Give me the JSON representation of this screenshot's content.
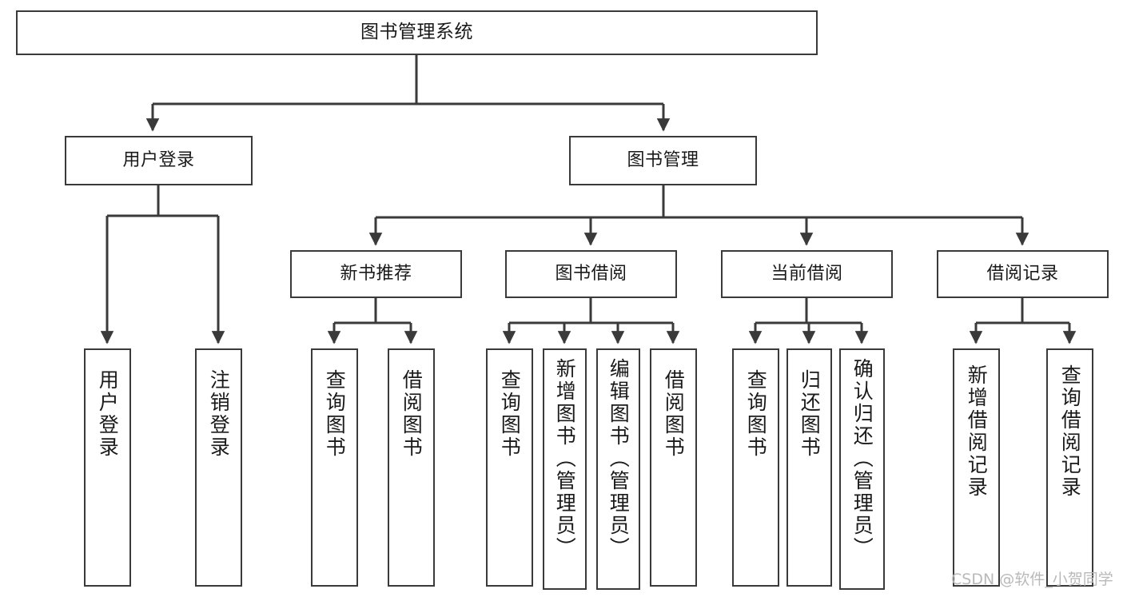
{
  "diagram": {
    "title": "图书管理系统",
    "type": "hierarchy-tree",
    "orientation": "top-down",
    "colors": {
      "box_border": "#3a3a3a",
      "box_fill": "#ffffff",
      "edge": "#3a3a3a",
      "text": "#1a1a1a",
      "watermark": "#b9b9b9",
      "background": "#ffffff"
    },
    "nodes": {
      "root": {
        "label": "图书管理系统",
        "level": 1
      },
      "l2": [
        {
          "id": "user_login",
          "label": "用户登录",
          "level": 2
        },
        {
          "id": "book_manage",
          "label": "图书管理",
          "level": 2
        }
      ],
      "l3": [
        {
          "id": "new_book_rec",
          "label": "新书推荐",
          "level": 3,
          "parent": "book_manage"
        },
        {
          "id": "book_borrow",
          "label": "图书借阅",
          "level": 3,
          "parent": "book_manage"
        },
        {
          "id": "current_borrow",
          "label": "当前借阅",
          "level": 3,
          "parent": "book_manage"
        },
        {
          "id": "borrow_record",
          "label": "借阅记录",
          "level": 3,
          "parent": "book_manage"
        }
      ],
      "leaves": [
        {
          "id": "leaf_user_login",
          "label": "用户登录",
          "parent": "user_login"
        },
        {
          "id": "leaf_logout",
          "label": "注销登录",
          "parent": "user_login"
        },
        {
          "id": "leaf_query_book_1",
          "label": "查询图书",
          "parent": "new_book_rec"
        },
        {
          "id": "leaf_borrow_book_1",
          "label": "借阅图书",
          "parent": "new_book_rec"
        },
        {
          "id": "leaf_query_book_2",
          "label": "查询图书",
          "parent": "book_borrow"
        },
        {
          "id": "leaf_add_book",
          "label": "新增图书（管理员）",
          "parent": "book_borrow"
        },
        {
          "id": "leaf_edit_book",
          "label": "编辑图书（管理员）",
          "parent": "book_borrow"
        },
        {
          "id": "leaf_borrow_book_2",
          "label": "借阅图书",
          "parent": "book_borrow"
        },
        {
          "id": "leaf_query_book_3",
          "label": "查询图书",
          "parent": "current_borrow"
        },
        {
          "id": "leaf_return_book",
          "label": "归还图书",
          "parent": "current_borrow"
        },
        {
          "id": "leaf_confirm_return",
          "label": "确认归还（管理员）",
          "parent": "current_borrow"
        },
        {
          "id": "leaf_add_record",
          "label": "新增借阅记录",
          "parent": "borrow_record"
        },
        {
          "id": "leaf_query_record",
          "label": "查询借阅记录",
          "parent": "borrow_record"
        }
      ]
    },
    "watermark": "CSDN @软件_小贺同学"
  }
}
